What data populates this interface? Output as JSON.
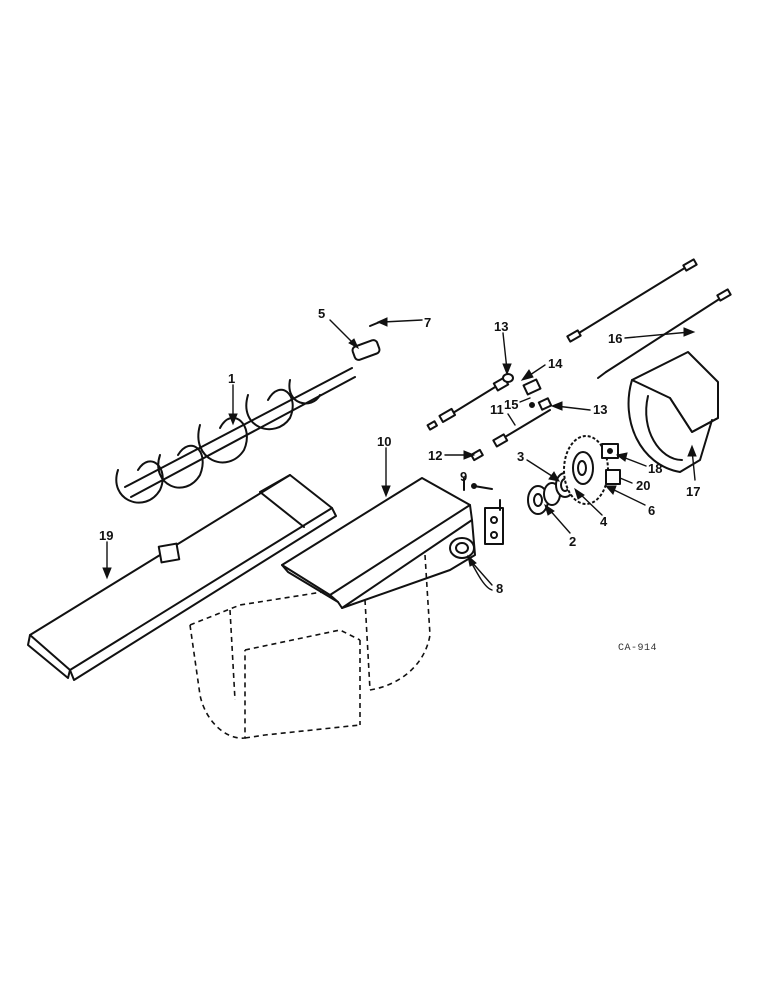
{
  "figure_code": "CA-914",
  "callouts": {
    "c1": "1",
    "c2": "2",
    "c3": "3",
    "c4": "4",
    "c5": "5",
    "c6": "6",
    "c7": "7",
    "c8": "8",
    "c9": "9",
    "c10": "10",
    "c11": "11",
    "c12": "12",
    "c13a": "13",
    "c13b": "13",
    "c14": "14",
    "c15": "15",
    "c16": "16",
    "c17": "17",
    "c18": "18",
    "c19": "19",
    "c20": "20"
  }
}
